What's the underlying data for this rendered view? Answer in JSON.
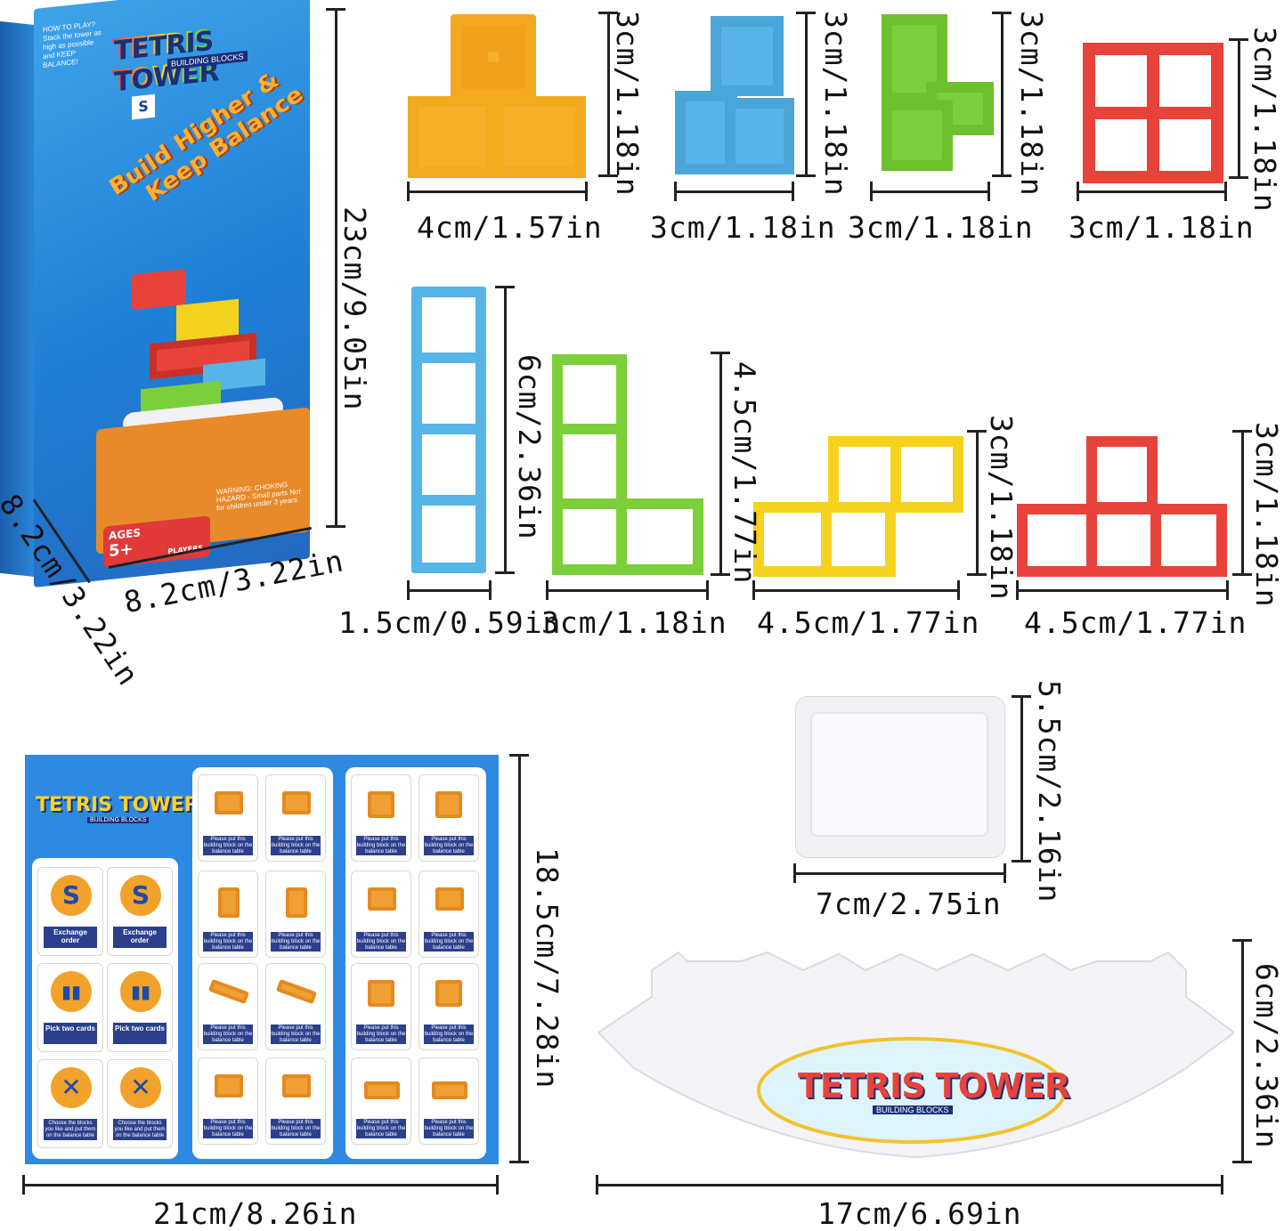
{
  "box": {
    "brand_line1": "TETRIS TOWER",
    "brand_sub": "BUILDING BLOCKS",
    "how_to_play": "HOW TO PLAY? Stack the tower as high as possible and KEEP BALANCE!",
    "slogan_line1": "Build Higher &",
    "slogan_line2": "Keep Balance",
    "ages_label": "AGES",
    "ages_value": "5+",
    "players": "PLAYERS",
    "warning": "WARNING: CHOKING HAZARD - Small parts Not for children under 3 years",
    "height_dim": "23cm/9.05in",
    "width_dim": "8.2cm/3.22in",
    "depth_dim": "8.2cm/3.22in"
  },
  "pieces_row1": [
    {
      "name": "orange-t-corner",
      "color": "#f6b12a",
      "width": "4cm/1.57in",
      "height": "3cm/1.18in"
    },
    {
      "name": "blue-l-corner",
      "color": "#56b4e6",
      "width": "3cm/1.18in",
      "height": "3cm/1.18in"
    },
    {
      "name": "green-l-corner",
      "color": "#7ccf3a",
      "width": "3cm/1.18in",
      "height": "3cm/1.18in"
    },
    {
      "name": "red-square",
      "color": "#e8433a",
      "width": "3cm/1.18in",
      "height": "3cm/1.18in"
    }
  ],
  "pieces_row2": [
    {
      "name": "blue-i",
      "color": "#56b4e6",
      "width": "1.5cm/0.59in",
      "height": "6cm/2.36in"
    },
    {
      "name": "green-l",
      "color": "#7ccf3a",
      "width": "3cm/1.18in",
      "height": "4.5cm/1.77in"
    },
    {
      "name": "yellow-s",
      "color": "#f5d21e",
      "width": "4.5cm/1.77in",
      "height": "3cm/1.18in"
    },
    {
      "name": "red-t",
      "color": "#e8433a",
      "width": "4.5cm/1.77in",
      "height": "3cm/1.18in"
    }
  ],
  "card": {
    "brand": "TETRIS TOWER",
    "brand_sub": "BUILDING BLOCKS",
    "action_tiles": [
      {
        "label": "Exchange order",
        "glyph": "S"
      },
      {
        "label": "Exchange order",
        "glyph": "S"
      },
      {
        "label": "Pick two cards",
        "glyph": "▮▮"
      },
      {
        "label": "Pick two cards",
        "glyph": "▮▮"
      },
      {
        "label": "Choose the blocks you like and put them on the balance table",
        "glyph": "✕"
      },
      {
        "label": "Choose the blocks you like and put them on the balance table",
        "glyph": "✕"
      }
    ],
    "block_tile_label": "Please put this building block on the balance table",
    "height_dim": "18.5cm/7.28in",
    "width_dim": "21cm/8.26in"
  },
  "base": {
    "width_dim": "7cm/2.75in",
    "height_dim": "5.5cm/2.16in"
  },
  "beam": {
    "brand": "TETRIS TOWER",
    "brand_sub": "BUILDING BLOCKS",
    "width_dim": "17cm/6.69in",
    "height_dim": "6cm/2.36in"
  }
}
